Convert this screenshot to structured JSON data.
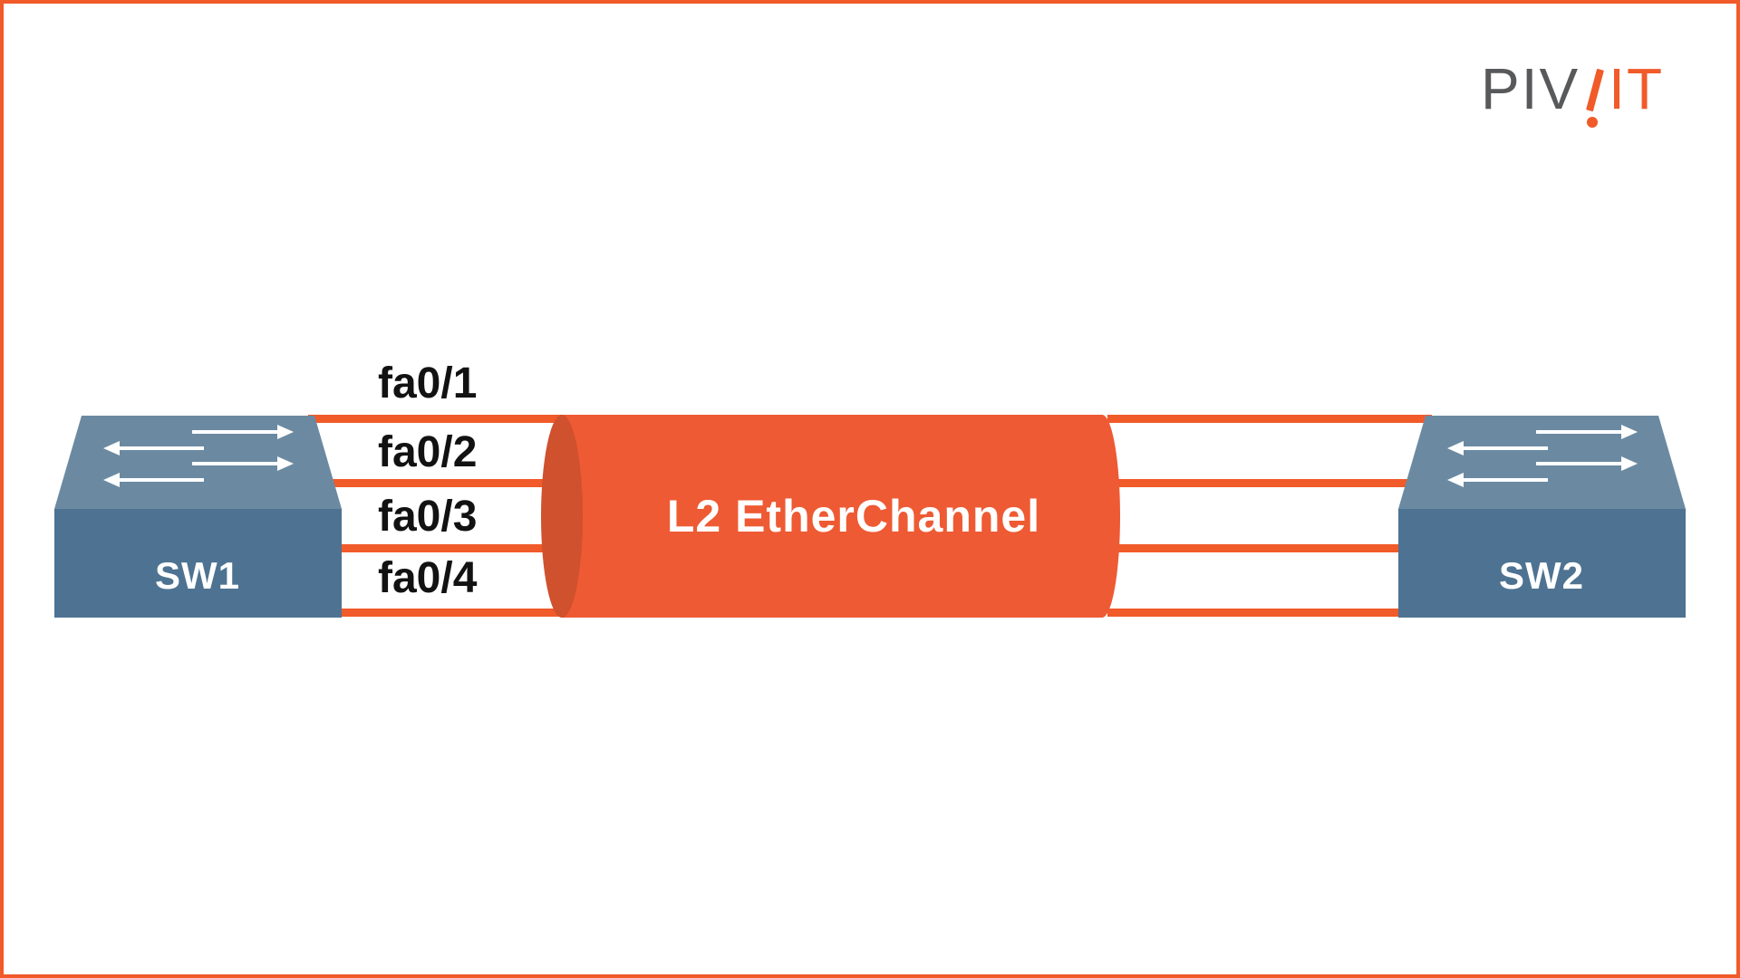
{
  "page": {
    "background": "#ffffff",
    "border_color": "#F15A29"
  },
  "logo": {
    "gray_text": "PIV",
    "orange_text": "IT",
    "gray_color": "#58595B",
    "orange_color": "#F15A29"
  },
  "switches": [
    {
      "label": "SW1"
    },
    {
      "label": "SW2"
    }
  ],
  "links": {
    "labels": [
      "fa0/1",
      "fa0/2",
      "fa0/3",
      "fa0/4"
    ],
    "color": "#F15A29"
  },
  "channel": {
    "label": "L2 EtherChannel",
    "body_color": "#EE5A33",
    "cap_color": "#D0512D",
    "text_color": "#ffffff"
  },
  "switch_style": {
    "top_face_color": "#6B8AA2",
    "front_face_color": "#4E7392",
    "arrow_color": "#ffffff",
    "label_color": "#ffffff"
  }
}
